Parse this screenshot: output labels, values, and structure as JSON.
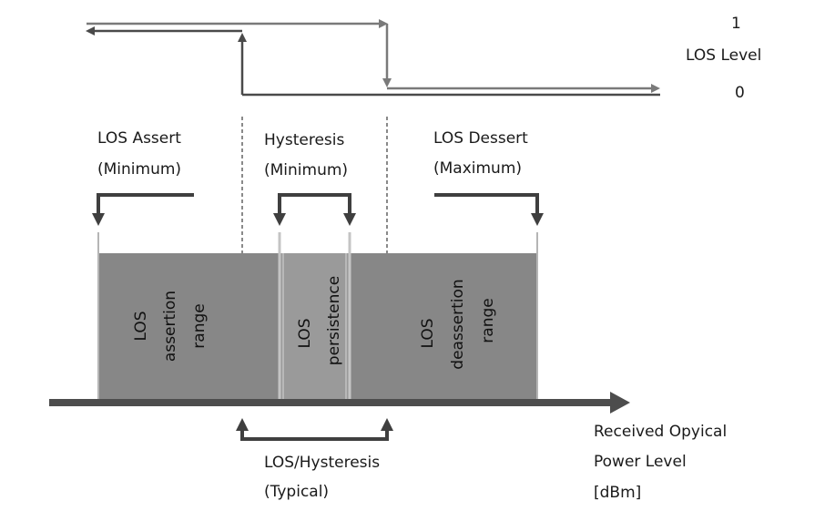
{
  "colors": {
    "background": "#ffffff",
    "line_dark": "#4a4a4a",
    "line_mid": "#7a7a7a",
    "range_fill": "#8a8a8a",
    "persistence_fill": "#9a9a9a",
    "axis": "#4d4d4d",
    "text": "#1a1a1a"
  },
  "los_level": {
    "high": "1",
    "label": "LOS Level",
    "low": "0"
  },
  "markers": {
    "assert": {
      "title": "LOS Assert",
      "qualifier": "(Minimum)"
    },
    "hysteresis": {
      "title": "Hysteresis",
      "qualifier": "(Minimum)"
    },
    "dessert": {
      "title": "LOS Dessert",
      "qualifier": "(Maximum)"
    }
  },
  "ranges": {
    "assertion": {
      "line1": "LOS",
      "line2": "assertion",
      "line3": "range"
    },
    "persistence": {
      "line1": "LOS",
      "line2": "persistence"
    },
    "deassertion": {
      "line1": "LOS",
      "line2": "deassertion",
      "line3": "range"
    }
  },
  "typical": {
    "title": "LOS/Hysteresis",
    "qualifier": "(Typical)"
  },
  "axis": {
    "line1": "Received Opyical",
    "line2": "Power Level",
    "line3": "[dBm]"
  }
}
